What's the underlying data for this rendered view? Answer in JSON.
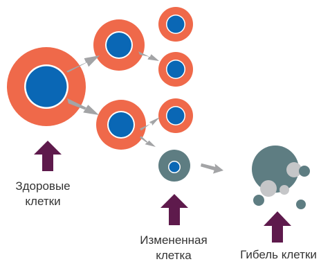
{
  "labels": {
    "healthy": {
      "line1": "Здоровые",
      "line2": "клетки"
    },
    "altered": {
      "line1": "Измененная",
      "line2": "клетка"
    },
    "death": {
      "line1": "Гибель клетки"
    }
  },
  "colors": {
    "cell_outer": "#EF694A",
    "cell_nucleus": "#0A67B5",
    "nucleus_ring": "#ffffff",
    "altered_cell": "#5E7D82",
    "fragment_light": "#C5C6C8",
    "arrow_gray": "#A3A4A6",
    "marker_arrow": "#5E1A4C"
  }
}
